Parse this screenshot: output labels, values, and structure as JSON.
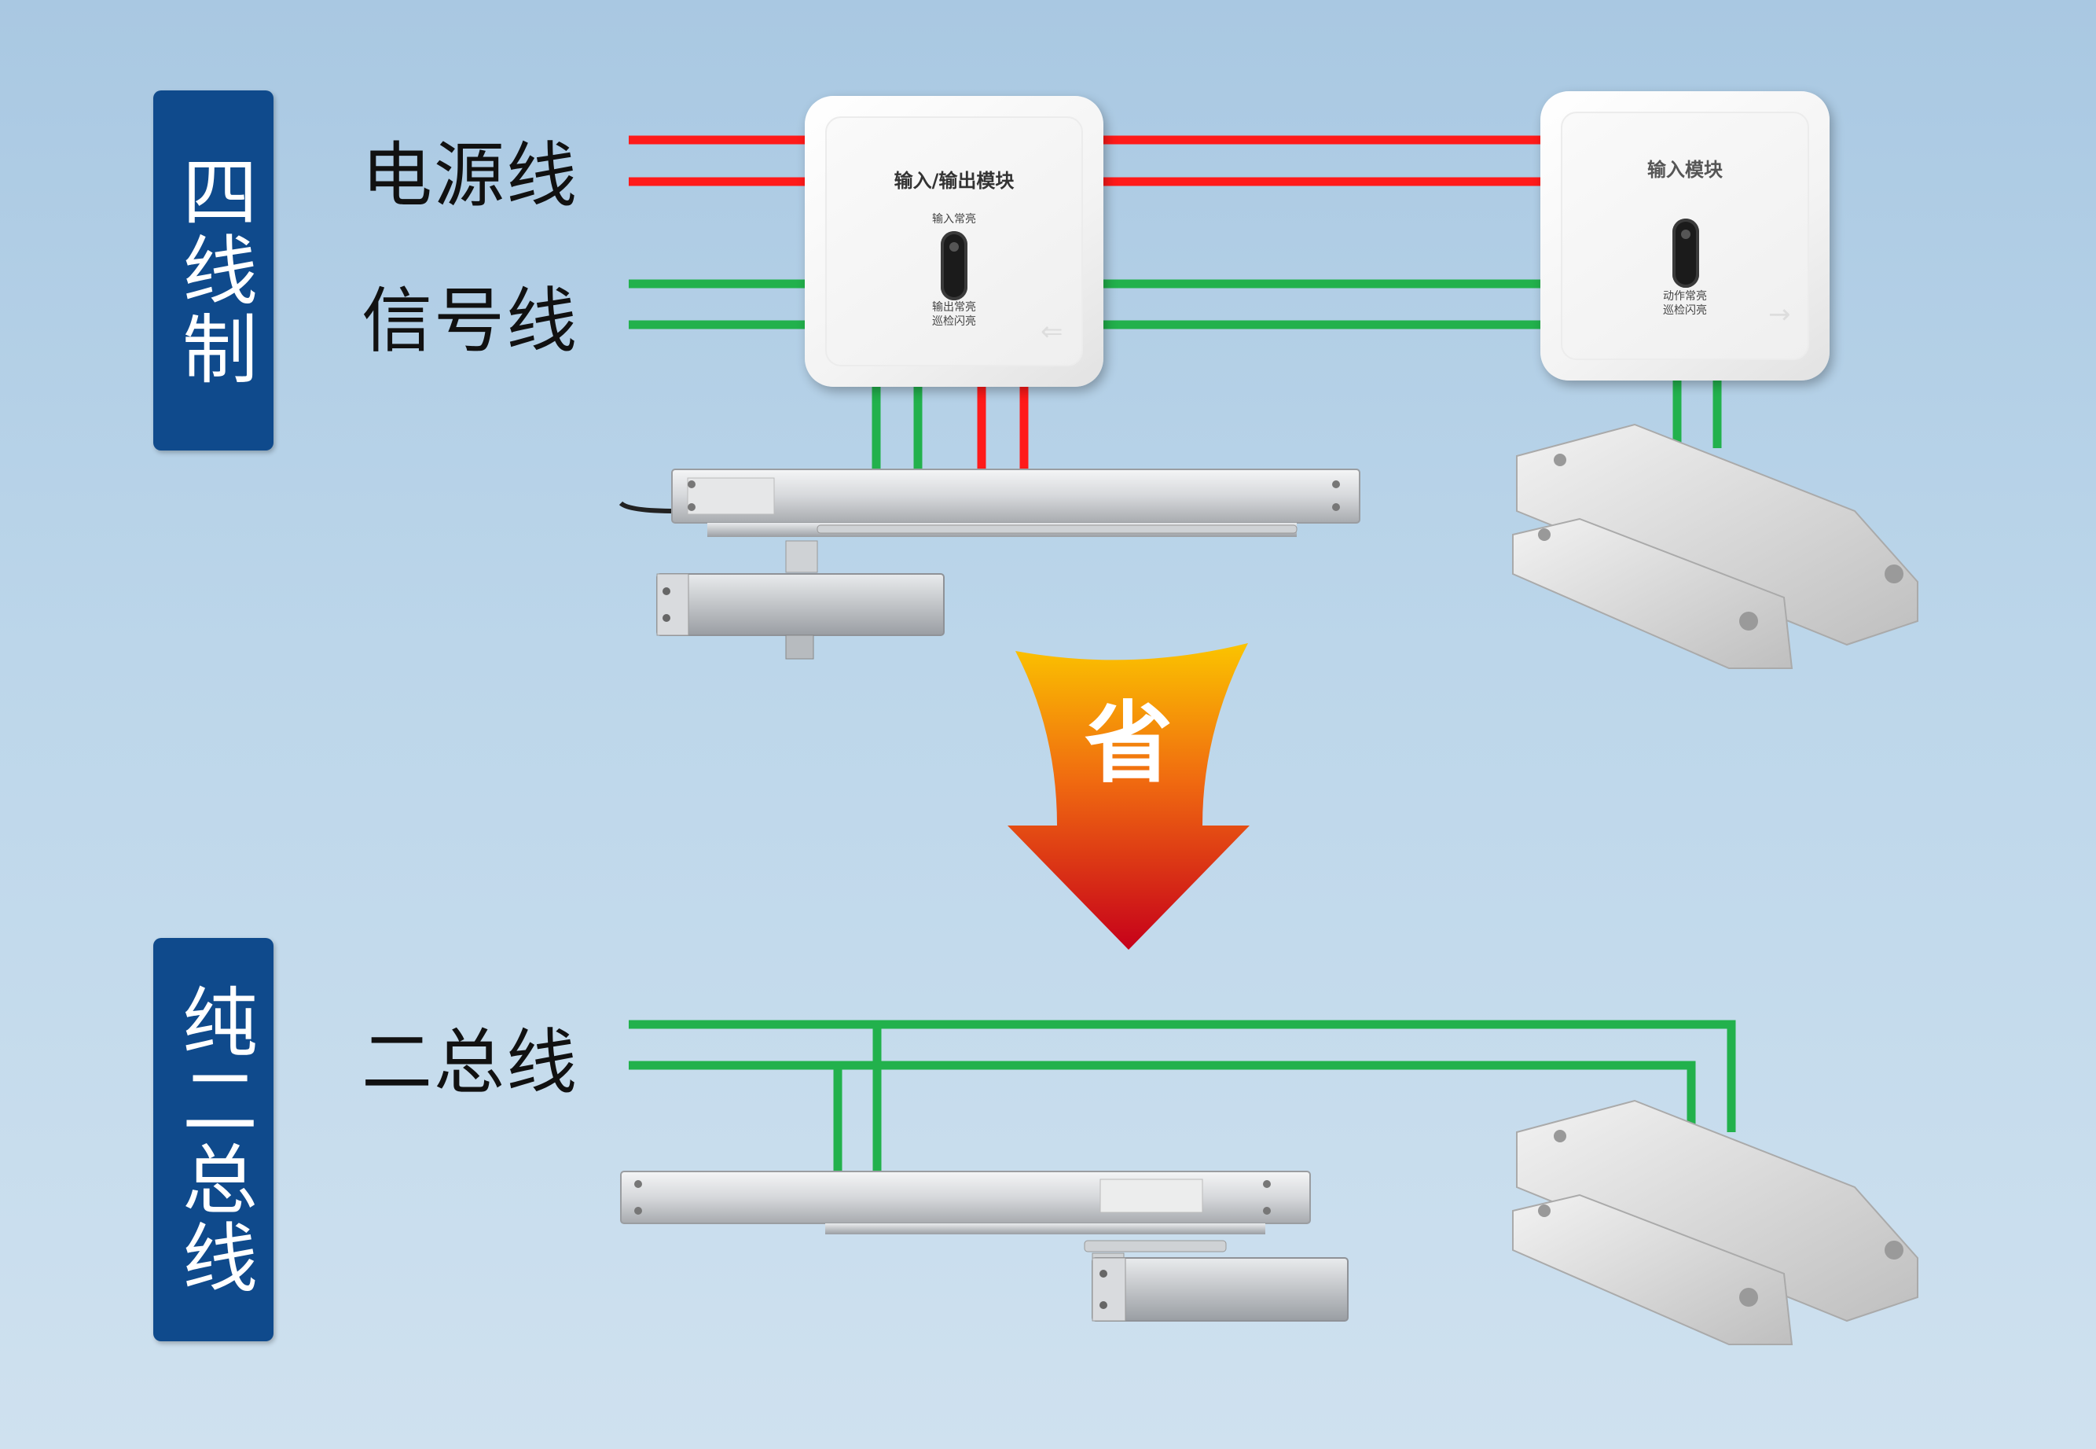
{
  "sections": {
    "four_wire": {
      "label": "四线制"
    },
    "two_bus": {
      "label": "纯二总线"
    }
  },
  "wire_labels": {
    "power": "电源线",
    "signal": "信号线",
    "bus": "二总线"
  },
  "arrow": {
    "label": "省"
  },
  "modules": {
    "io": {
      "title": "输入/输出模块",
      "led_top": "输入常亮",
      "led_bottom_1": "输出常亮",
      "led_bottom_2": "巡检闪亮"
    },
    "input": {
      "title": "输入模块",
      "led_text_1": "动作常亮",
      "led_text_2": "巡检闪亮"
    }
  },
  "colors": {
    "power_wire": "#ff1a1a",
    "signal_wire": "#22b14c",
    "label_bg": "#0f4a8c",
    "arrow_top": "#f7b500",
    "arrow_bottom": "#c8001a"
  }
}
